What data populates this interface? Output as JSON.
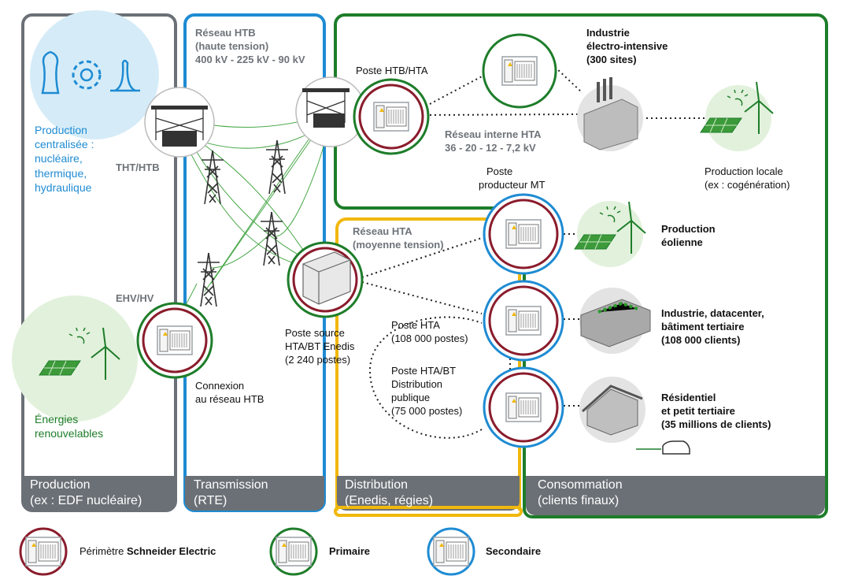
{
  "colors": {
    "grey_panel": "#6b7076",
    "blue": "#1e8bd3",
    "green": "#1e7d2a",
    "yellow": "#f1b80b",
    "maroon": "#8a1c2c",
    "light_blue": "#d5ecf8",
    "light_green": "#e2f1dc"
  },
  "production": {
    "central_label": [
      "Production",
      "centralisée :",
      "nucléaire,",
      "thermique,",
      "hydraulique"
    ],
    "tht_htb": "THT/HTB",
    "ehv_hv": "EHV/HV",
    "renewables_label": [
      "Énergies",
      "renouvelables"
    ],
    "band": [
      "Production",
      "(ex : EDF nucléaire)"
    ]
  },
  "transmission": {
    "network_label": [
      "Réseau HTB",
      "(haute tension)",
      "400 kV - 225 kV - 90 kV"
    ],
    "connexion_label": [
      "Connexion",
      "au réseau HTB"
    ],
    "band": [
      "Transmission",
      "(RTE)"
    ]
  },
  "distribution": {
    "network_label": [
      "Réseau HTA",
      "(moyenne tension)"
    ],
    "poste_source": [
      "Poste source",
      "HTA/BT Enedis",
      "(2 240 postes)"
    ],
    "poste_hta": [
      "Poste HTA",
      "(108 000 postes)"
    ],
    "poste_hta_bt": [
      "Poste HTA/BT",
      "Distribution",
      "publique",
      "(75 000 postes)"
    ],
    "band": [
      "Distribution",
      "(Enedis, régies)"
    ]
  },
  "consommation": {
    "poste_htb_hta": "Poste HTB/HTA",
    "reseau_interne": [
      "Réseau interne HTA",
      "36 - 20 - 12 - 7,2 kV"
    ],
    "industrie": [
      "Industrie",
      "électro-intensive",
      "(300 sites)"
    ],
    "production_locale": [
      "Production locale",
      "(ex : cogénération)"
    ],
    "poste_producteur": [
      "Poste",
      "producteur MT"
    ],
    "eolienne": [
      "Production",
      "éolienne"
    ],
    "industrie_dc": [
      "Industrie, datacenter,",
      "bâtiment tertiaire",
      "(108 000 clients)"
    ],
    "residentiel": [
      "Résidentiel",
      "et petit tertiaire",
      "(35 millions de clients)"
    ],
    "band": [
      "Consommation",
      "(clients finaux)"
    ]
  },
  "legend": {
    "perimetre_prefix": "Périmètre ",
    "perimetre_brand": "Schneider Electric",
    "primaire": "Primaire",
    "secondaire": "Secondaire"
  }
}
